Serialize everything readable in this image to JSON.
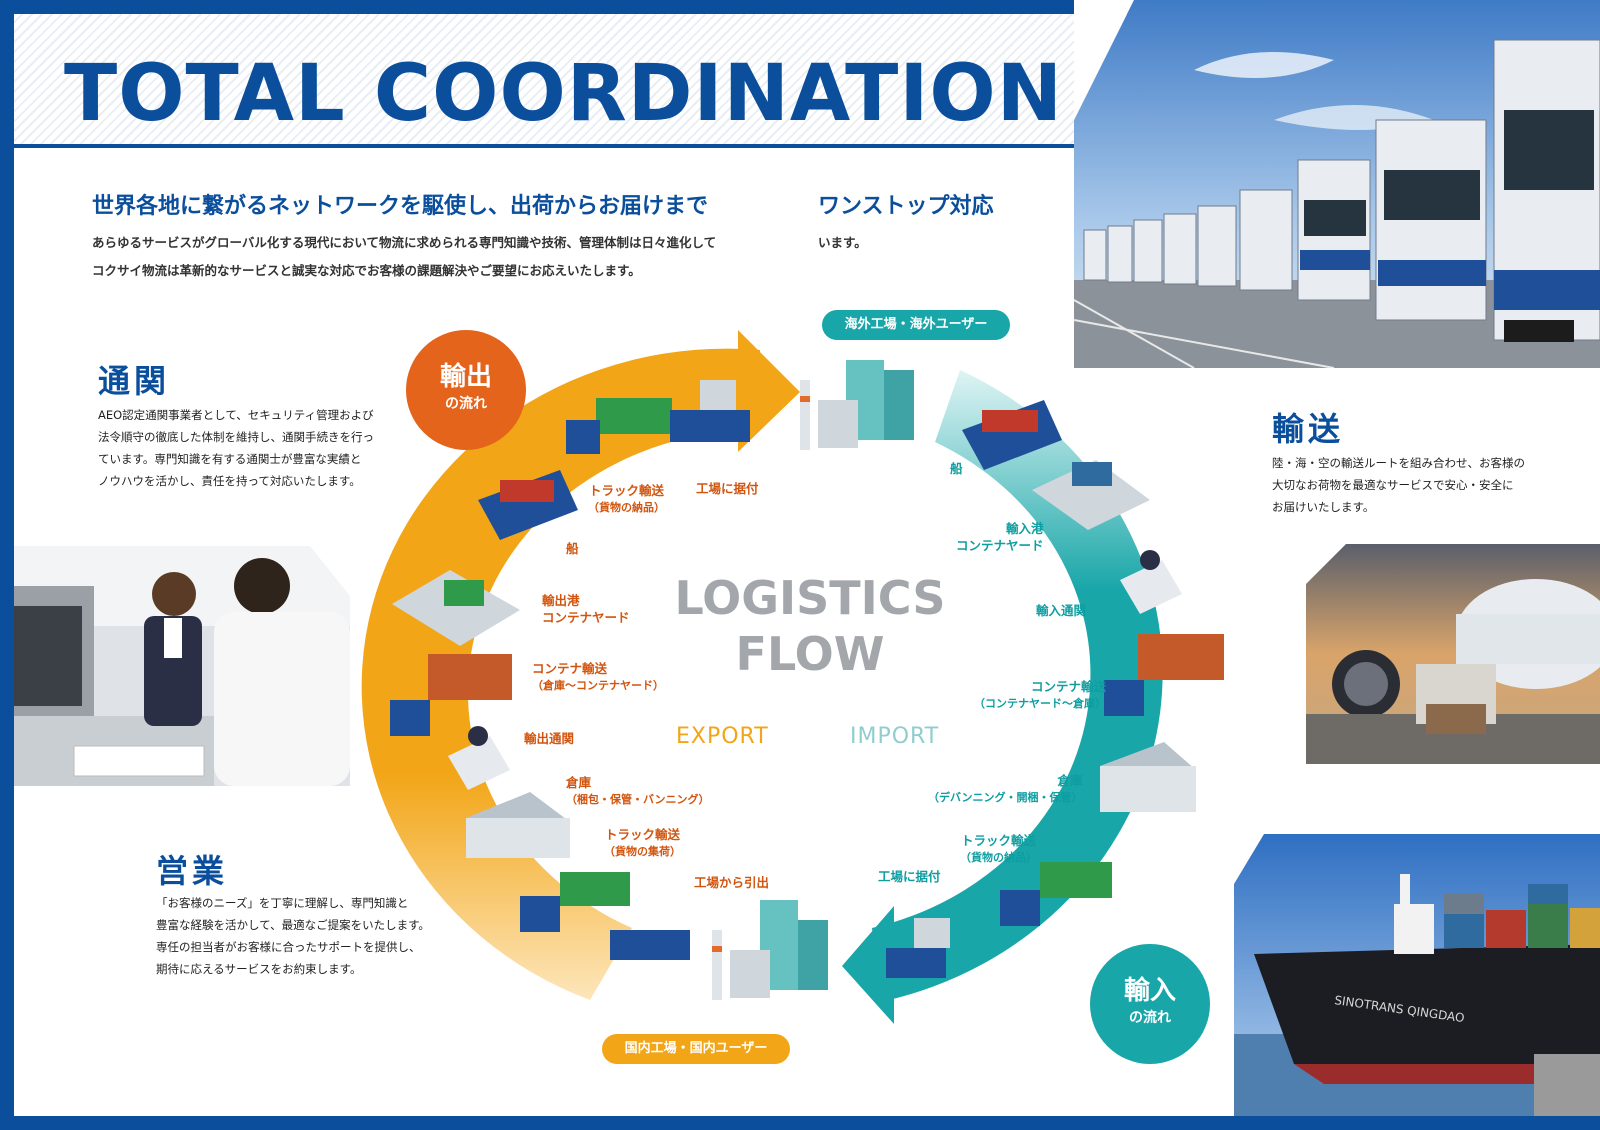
{
  "title": "TOTAL COORDINATION",
  "headline_left": "世界各地に繋がるネットワークを駆使し、出荷からお届けまで",
  "headline_right": "ワンストップ対応",
  "intro": {
    "line1": "あらゆるサービスがグローバル化する現代において物流に求められる専門知識や技術、管理体制は日々進化して",
    "line1_tail": "います。",
    "line2": "コクサイ物流は革新的なサービスと誠実な対応でお客様の課題解決やご要望にお応えいたします。"
  },
  "sections": {
    "customs": {
      "title": "通関",
      "lines": [
        "AEO認定通関事業者として、セキュリティ管理および",
        "法令順守の徹底した体制を維持し、通関手続きを行っ",
        "ています。専門知識を有する通関士が豊富な実績と",
        "ノウハウを活かし、責任を持って対応いたします。"
      ]
    },
    "sales": {
      "title": "営業",
      "lines": [
        "「お客様のニーズ」を丁寧に理解し、専門知識と",
        "豊富な経験を活かして、最適なご提案をいたします。",
        "専任の担当者がお客様に合ったサポートを提供し、",
        "期待に応えるサービスをお約束します。"
      ]
    },
    "transport": {
      "title": "輸送",
      "lines": [
        "陸・海・空の輸送ルートを組み合わせ、お客様の",
        "大切なお荷物を最適なサービスで安心・安全に",
        "お届けいたします。"
      ]
    }
  },
  "diagram": {
    "center_line1": "LOGISTICS",
    "center_line2": "FLOW",
    "export_word": "EXPORT",
    "import_word": "IMPORT",
    "export_badge": {
      "big": "輸出",
      "small": "の流れ"
    },
    "import_badge": {
      "big": "輸入",
      "small": "の流れ"
    },
    "top_pill": "海外工場・海外ユーザー",
    "bottom_pill": "国内工場・国内ユーザー",
    "export_steps": [
      {
        "label": "工場から引出",
        "sub": ""
      },
      {
        "label": "トラック輸送",
        "sub": "（貨物の集荷）"
      },
      {
        "label": "倉庫",
        "sub": "（梱包・保管・バンニング）"
      },
      {
        "label": "輸出通関",
        "sub": ""
      },
      {
        "label": "コンテナ輸送",
        "sub": "（倉庫〜コンテナヤード）"
      },
      {
        "label": "輸出港",
        "sub": "コンテナヤード"
      },
      {
        "label": "船",
        "sub": ""
      },
      {
        "label": "トラック輸送",
        "sub": "（貨物の納品）"
      },
      {
        "label": "工場に据付",
        "sub": ""
      }
    ],
    "import_steps": [
      {
        "label": "船",
        "sub": ""
      },
      {
        "label": "輸入港",
        "sub": "コンテナヤード"
      },
      {
        "label": "輸入通関",
        "sub": ""
      },
      {
        "label": "コンテナ輸送",
        "sub": "（コンテナヤード〜倉庫）"
      },
      {
        "label": "倉庫",
        "sub": "（デバンニング・開梱・保管）"
      },
      {
        "label": "トラック輸送",
        "sub": "（貨物の納品）"
      },
      {
        "label": "工場に据付",
        "sub": ""
      }
    ]
  },
  "colors": {
    "brand": "#0b4f9c",
    "export": "#f2a516",
    "export_dark": "#e4641c",
    "import": "#18a6a8"
  }
}
